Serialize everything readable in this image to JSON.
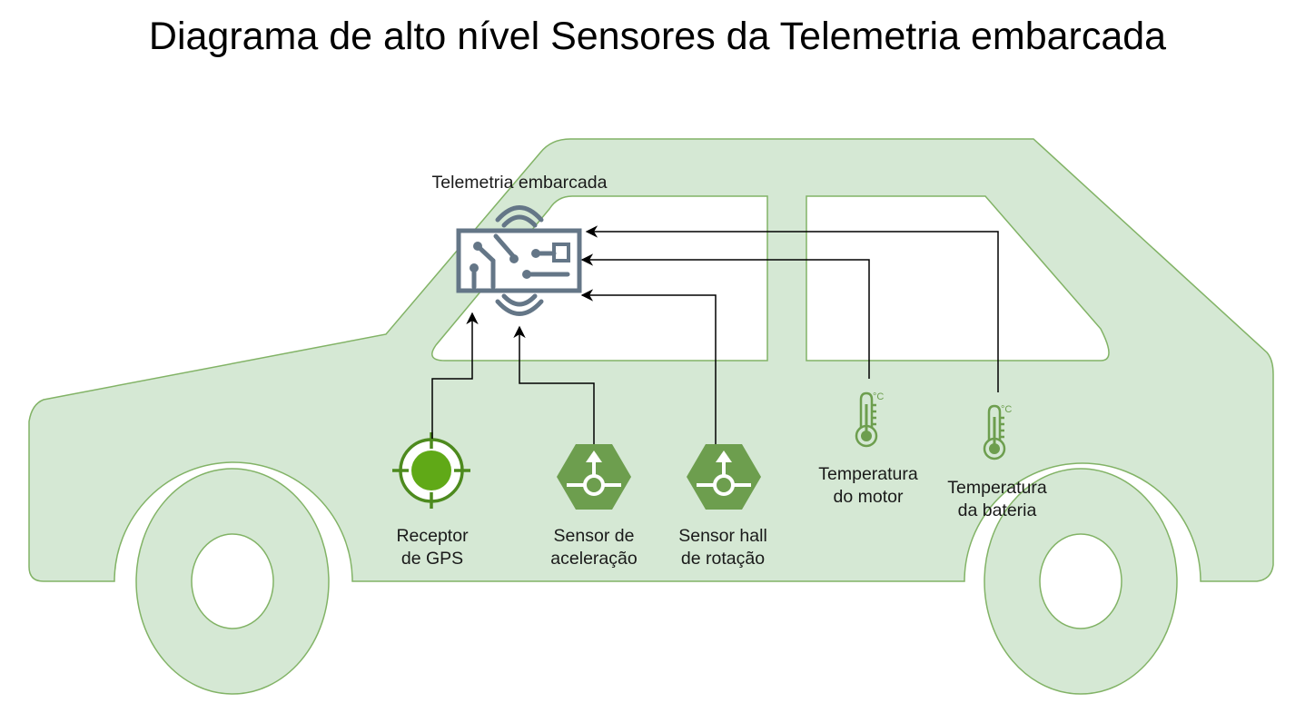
{
  "title": "Diagrama de alto nível Sensores da Telemetria embarcada",
  "hub": {
    "label": "Telemetria embarcada",
    "icon": "circuit-board-wireless-icon"
  },
  "sensors": [
    {
      "line1": "Receptor",
      "line2": "de GPS",
      "icon": "gps-target-icon"
    },
    {
      "line1": "Sensor de",
      "line2": "aceleração",
      "icon": "accelerometer-hexagon-icon"
    },
    {
      "line1": "Sensor hall",
      "line2": "de rotação",
      "icon": "hall-sensor-hexagon-icon"
    },
    {
      "line1": "Temperatura",
      "line2": "do motor",
      "icon": "thermometer-icon",
      "unit": "°C"
    },
    {
      "line1": "Temperatura",
      "line2": "da bateria",
      "icon": "thermometer-icon",
      "unit": "°C"
    }
  ],
  "colors": {
    "car_fill": "#d5e8d4",
    "car_stroke": "#82b366",
    "sensor_green": "#6d9e4e",
    "gps_green": "#4d8a1e",
    "gps_fill": "#60a917",
    "hub_gray": "#647687",
    "arrow": "#000000"
  }
}
